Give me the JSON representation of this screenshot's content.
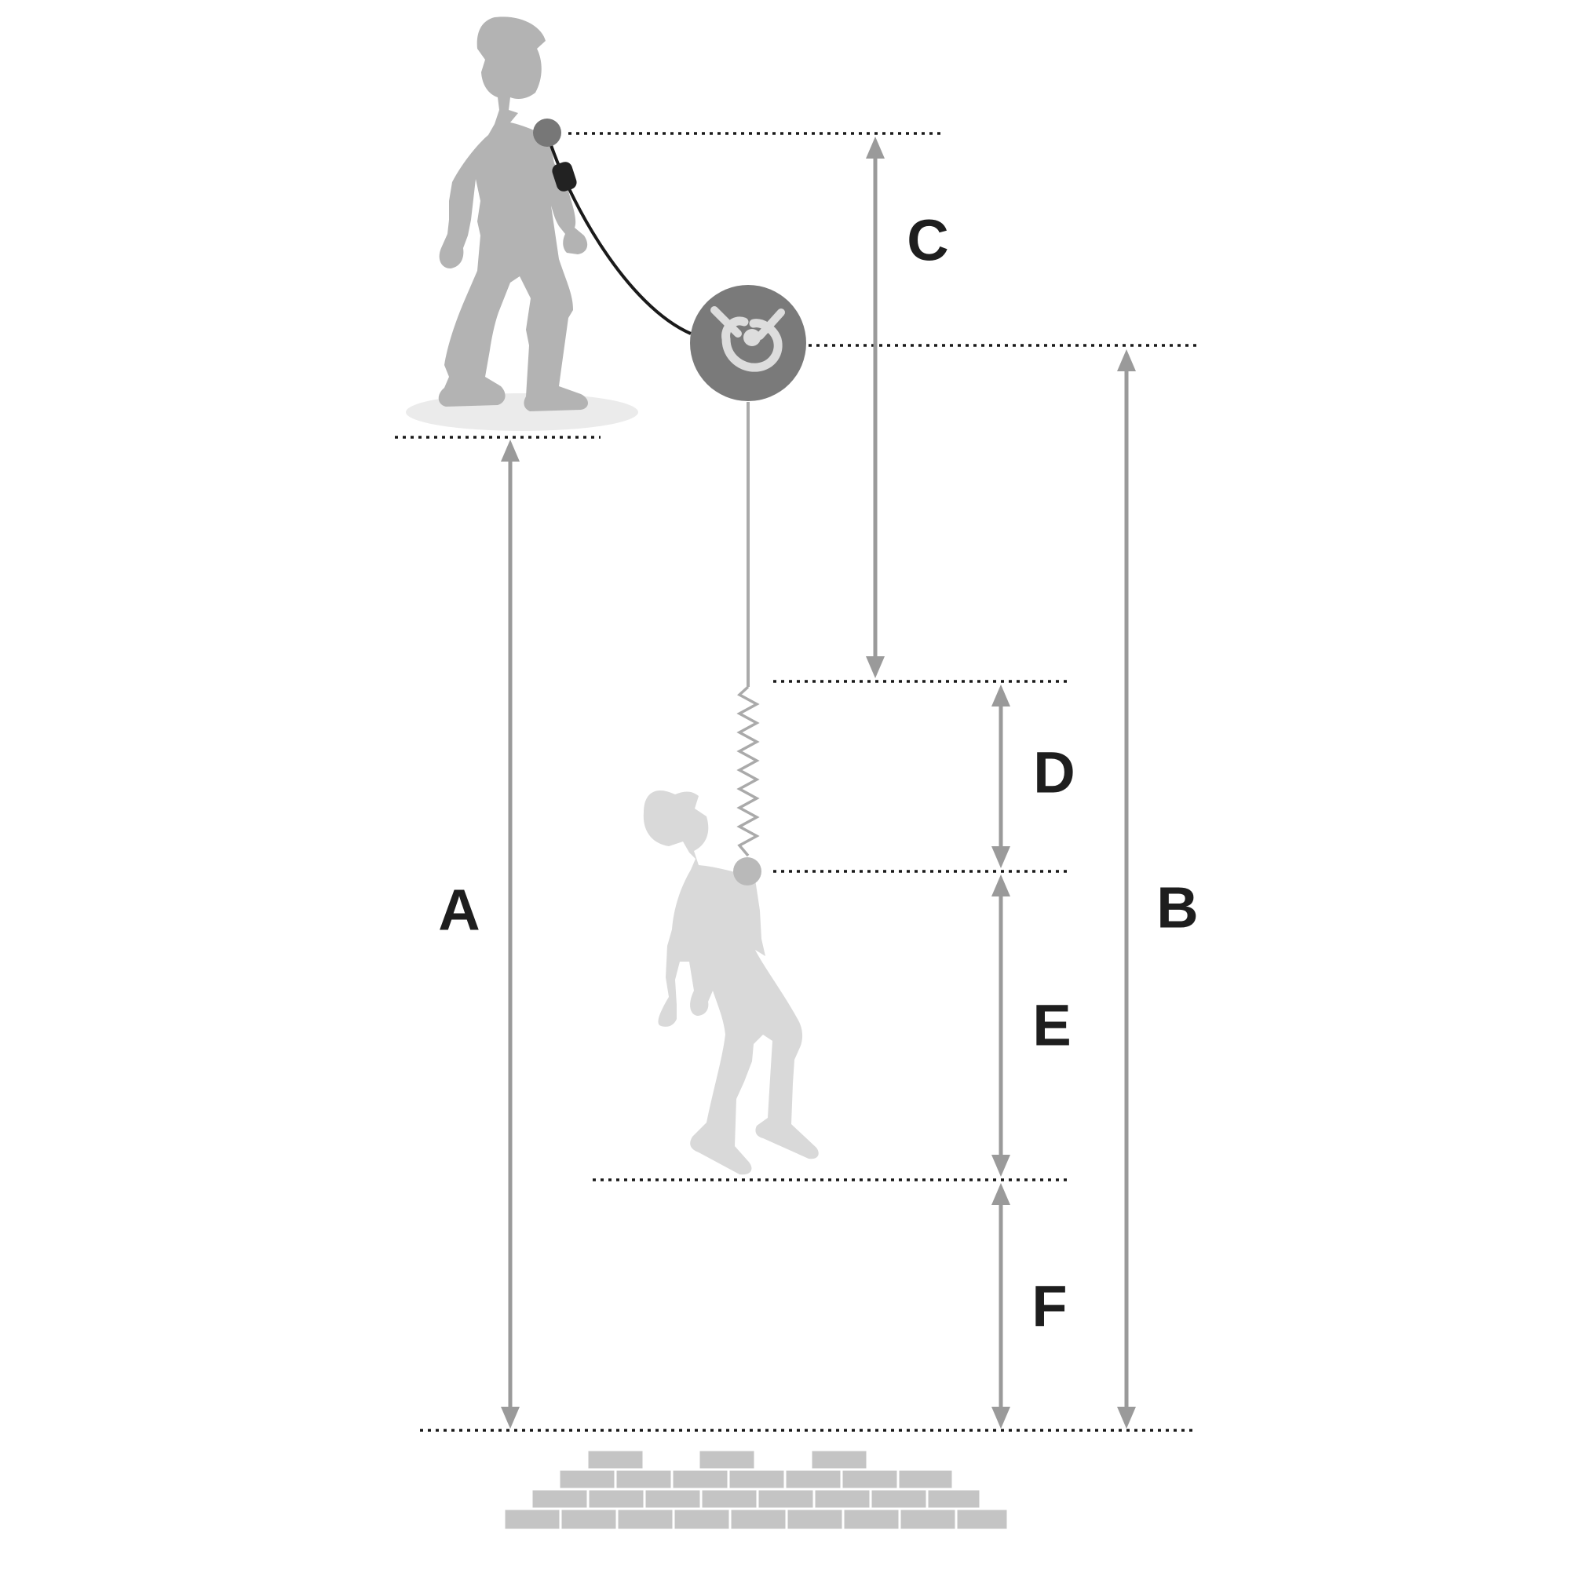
{
  "diagram": {
    "labels": {
      "a": "A",
      "b": "B",
      "c": "C",
      "d": "D",
      "e": "E",
      "f": "F"
    },
    "colors": {
      "figure_top": "#b3b3b3",
      "figure_fallen": "#d9d9d9",
      "device": "#7a7a7a",
      "arrows": "#9a9a9a",
      "text": "#1e1e1e"
    },
    "icons": [
      "standing-worker-icon",
      "fall-arrest-device-icon",
      "fallen-worker-icon",
      "brick-ground-icon"
    ]
  }
}
